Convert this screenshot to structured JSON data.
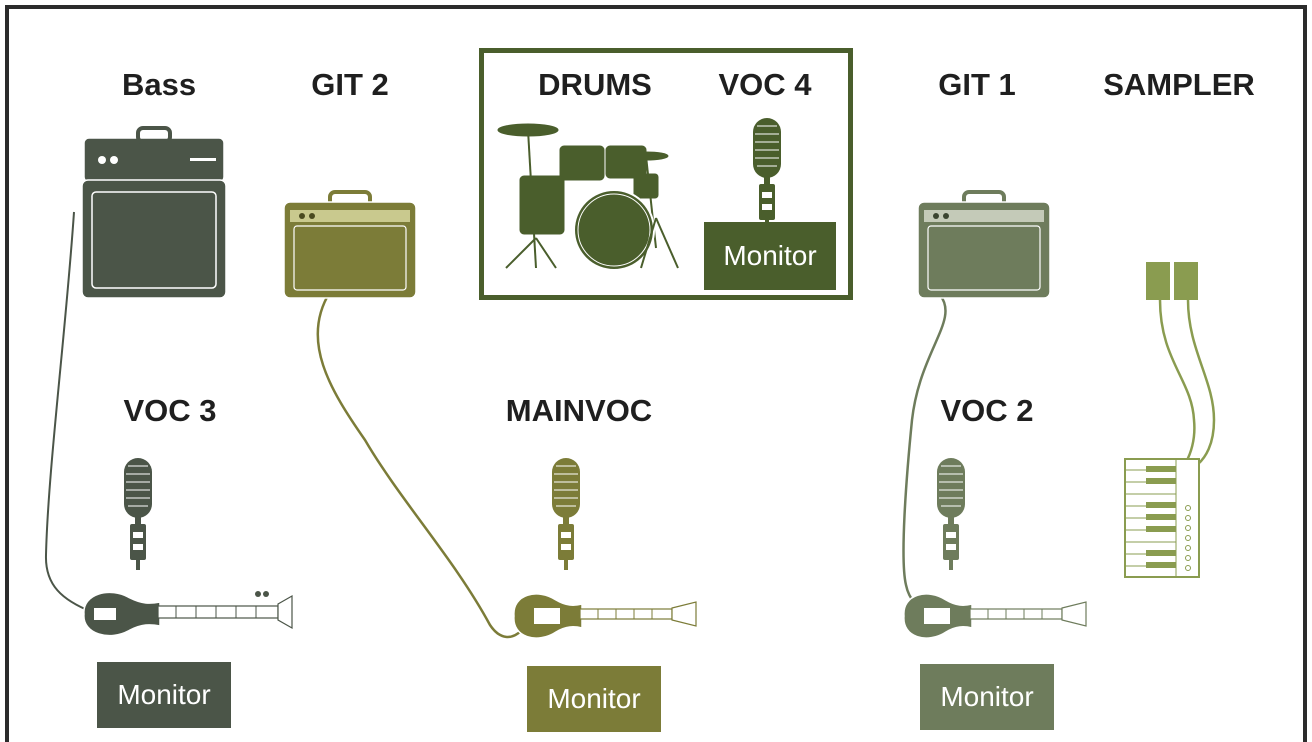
{
  "labels": {
    "bass": "Bass",
    "git2": "GIT 2",
    "drums": "DRUMS",
    "voc4": "VOC 4",
    "git1": "GIT 1",
    "sampler": "SAMPLER",
    "voc3": "VOC 3",
    "mainvoc": "MAINVOC",
    "voc2": "VOC 2"
  },
  "monitors": {
    "voc4": "Monitor",
    "voc3": "Monitor",
    "mainvoc": "Monitor",
    "voc2": "Monitor"
  },
  "colors": {
    "border": "#2b2b2b",
    "drums": "#4a5e2c",
    "bass": "#4b5548",
    "git2": "#7c7c38",
    "git1": "#6e7c5c",
    "sampler": "#8a9c50"
  }
}
